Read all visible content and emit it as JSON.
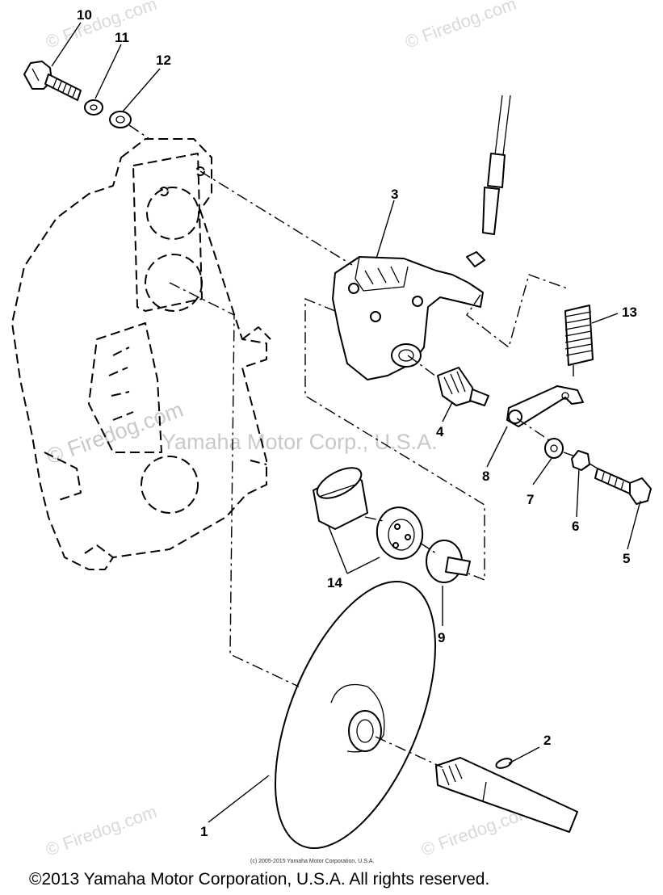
{
  "diagram": {
    "callouts": [
      {
        "id": "c1",
        "text": "1"
      },
      {
        "id": "c2",
        "text": "2"
      },
      {
        "id": "c3",
        "text": "3"
      },
      {
        "id": "c4",
        "text": "4"
      },
      {
        "id": "c5",
        "text": "5"
      },
      {
        "id": "c6",
        "text": "6"
      },
      {
        "id": "c7",
        "text": "7"
      },
      {
        "id": "c8",
        "text": "8"
      },
      {
        "id": "c9",
        "text": "9"
      },
      {
        "id": "c10",
        "text": "10"
      },
      {
        "id": "c11",
        "text": "11"
      },
      {
        "id": "c12",
        "text": "12"
      },
      {
        "id": "c13",
        "text": "13"
      },
      {
        "id": "c14",
        "text": "14"
      }
    ]
  },
  "watermarks": {
    "firedog": "© Firedog.com",
    "center": "Yamaha Motor Corp., U.S.A."
  },
  "footer": {
    "small_copyright": "(c) 2005-2015 Yamaha Motor Corporation, U.S.A.",
    "copyright": "©2013 Yamaha Motor Corporation, U.S.A. All rights reserved."
  }
}
